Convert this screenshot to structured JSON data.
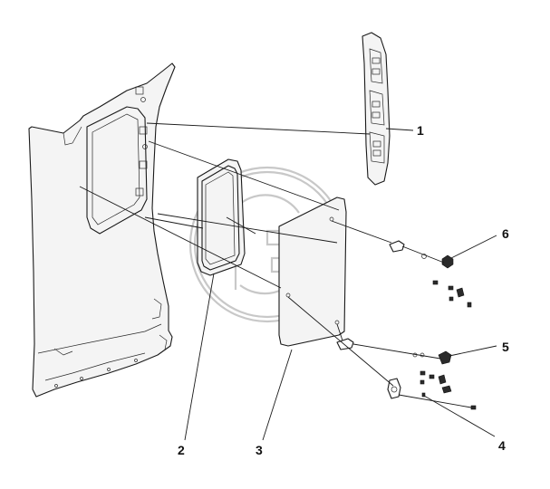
{
  "callouts": [
    {
      "id": "1",
      "label": "1"
    },
    {
      "id": "2",
      "label": "2"
    },
    {
      "id": "3",
      "label": "3"
    },
    {
      "id": "4",
      "label": "4"
    },
    {
      "id": "5",
      "label": "5"
    },
    {
      "id": "6",
      "label": "6"
    }
  ],
  "watermark": {
    "mark": "GD"
  },
  "colors": {
    "line": "#1a1a1a",
    "watermark": "#c8c8c8",
    "background": "#ffffff"
  }
}
